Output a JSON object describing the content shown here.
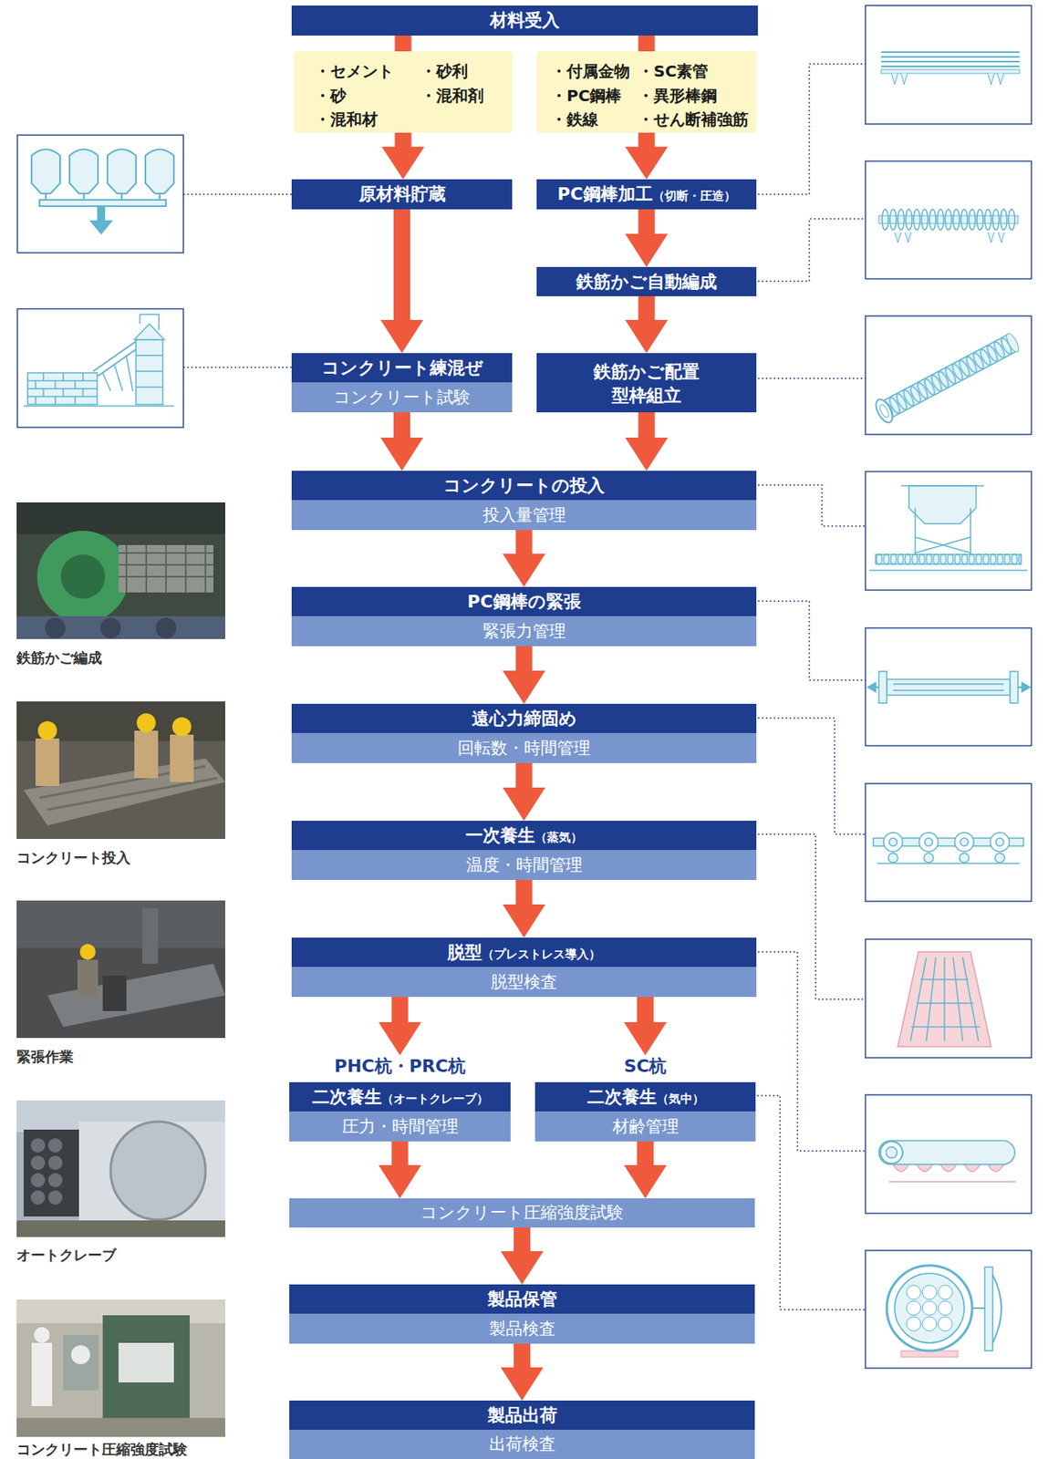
{
  "diagram": {
    "nodes": [
      {
        "text": [
          "材料受入"
        ]
      },
      {
        "text": [
          "・セメント",
          "・砂利",
          "・砂",
          "・混和剤",
          "・混和材"
        ]
      },
      {
        "text": [
          "・付属金物",
          "・SC素管",
          "・PC鋼棒",
          "・異形棒鋼",
          "・鉄線",
          "・せん断補強筋"
        ]
      },
      {
        "text": [
          "原材料貯蔵"
        ]
      },
      {
        "text": [
          "PC鋼棒加工",
          "（切断・圧造）"
        ]
      },
      {
        "text": [
          "鉄筋かご自動編成"
        ]
      },
      {
        "text": [
          "コンクリート練混ぜ",
          "コンクリート試験"
        ]
      },
      {
        "text": [
          "鉄筋かご配置 型枠組立"
        ]
      },
      {
        "text": [
          "コンクリートの投入",
          "投入量管理"
        ]
      },
      {
        "text": [
          "PC鋼棒の緊張",
          "緊張力管理"
        ]
      },
      {
        "text": [
          "遠心力締固め",
          "回転数・時間管理"
        ]
      },
      {
        "text": [
          "一次養生",
          "（蒸気）",
          "温度・時間管理"
        ]
      },
      {
        "text": [
          "脱型",
          "（プレストレス導入）",
          "脱型検査"
        ]
      },
      {
        "text": [
          "PHC杭・PRC杭",
          "二次養生",
          "（オートクレーブ）",
          "圧力・時間管理"
        ]
      },
      {
        "text": [
          "SC杭",
          "二次養生",
          "（気中）",
          "材齢管理"
        ]
      },
      {
        "text": [
          "コンクリート圧縮強度試験"
        ]
      },
      {
        "text": [
          "製品保管",
          "製品検査"
        ]
      },
      {
        "text": [
          "製品出荷",
          "出荷検査"
        ]
      }
    ],
    "edges": [
      {
        "from": 0,
        "to": 1,
        "arrow": "none"
      },
      {
        "from": 0,
        "to": 2,
        "arrow": "none"
      },
      {
        "from": 1,
        "to": 3,
        "arrow": "to"
      },
      {
        "from": 2,
        "to": 4,
        "arrow": "to"
      },
      {
        "from": 3,
        "to": 6,
        "arrow": "to"
      },
      {
        "from": 4,
        "to": 5,
        "arrow": "to"
      },
      {
        "from": 5,
        "to": 7,
        "arrow": "to"
      },
      {
        "from": 6,
        "to": 8,
        "arrow": "to"
      },
      {
        "from": 7,
        "to": 8,
        "arrow": "to"
      },
      {
        "from": 8,
        "to": 9,
        "arrow": "to"
      },
      {
        "from": 9,
        "to": 10,
        "arrow": "to"
      },
      {
        "from": 10,
        "to": 11,
        "arrow": "to"
      },
      {
        "from": 11,
        "to": 12,
        "arrow": "to"
      },
      {
        "from": 12,
        "to": 13,
        "arrow": "to"
      },
      {
        "from": 12,
        "to": 14,
        "arrow": "to"
      },
      {
        "from": 13,
        "to": 15,
        "arrow": "to"
      },
      {
        "from": 14,
        "to": 15,
        "arrow": "to"
      },
      {
        "from": 15,
        "to": 16,
        "arrow": "to"
      },
      {
        "from": 16,
        "to": 17,
        "arrow": "to"
      }
    ],
    "labels": [
      "鉄筋かご編成",
      "コンクリート投入",
      "緊張作業",
      "オートクレーブ",
      "コンクリート圧縮強度試験"
    ]
  }
}
